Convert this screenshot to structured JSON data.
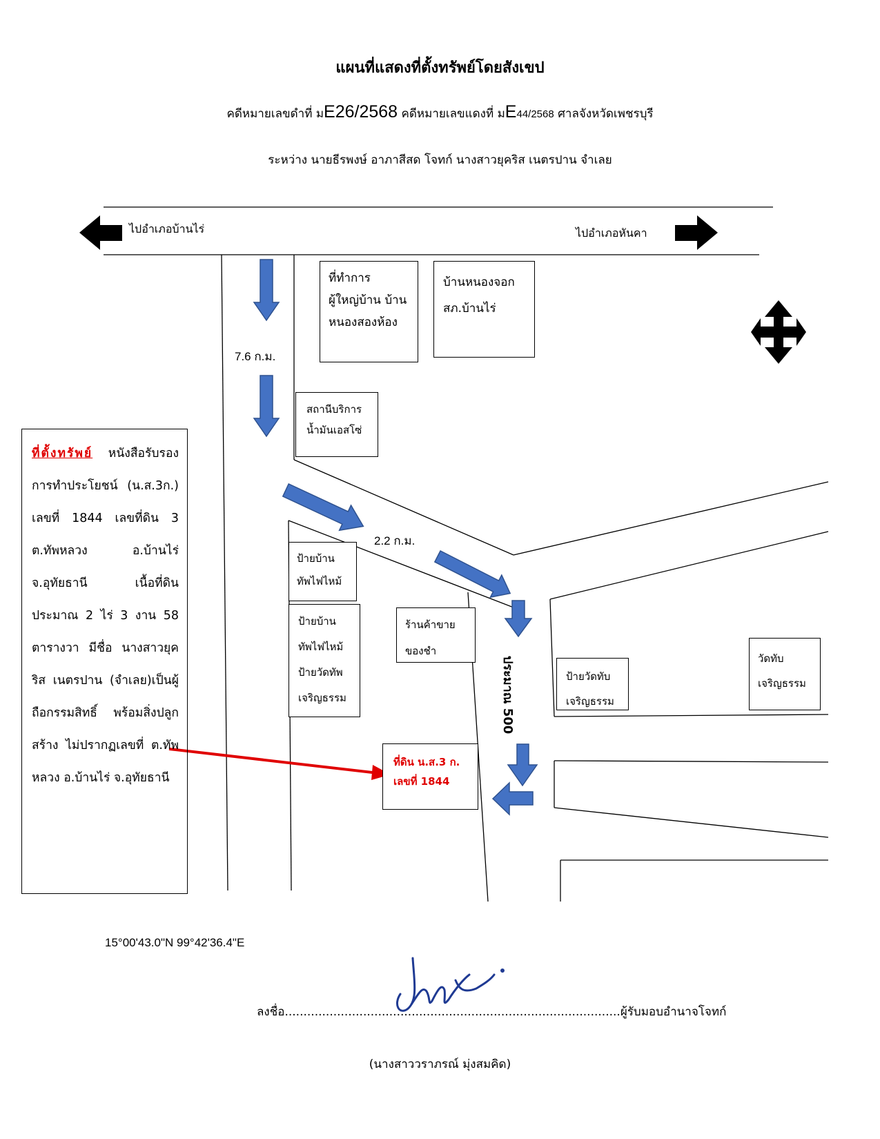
{
  "document": {
    "title": "แผนที่แสดงที่ตั้งทรัพย์โดยสังเขป",
    "case_line": {
      "black_prefix": "คดีหมายเลขดำที่ ม",
      "black_no": "E26/2568",
      "red_prefix": " คดีหมายเลขแดงที่ ม",
      "red_letter": "E",
      "red_no": "44/2568",
      "court": " ศาลจังหวัดเพชรบุรี"
    },
    "parties": "ระหว่าง นายธีรพงษ์ อาภาสีสด โจทก์ นางสาวยุคริส เนตรปาน จำเลย"
  },
  "map": {
    "direction_left": "ไปอำเภอบ้านไร่",
    "direction_right": "ไปอำเภอหันคา",
    "landmarks": {
      "village_head_office": [
        "ที่ทำการ",
        "ผู้ใหญ่บ้าน บ้าน",
        "หนองสองห้อง"
      ],
      "police_station": [
        "บ้านหนองจอก",
        "สภ.บ้านไร่"
      ],
      "gas_station": [
        "สถานีบริการ",
        "น้ำมันเอสโซ่"
      ],
      "village_sign_1": [
        "ป้ายบ้าน",
        "ทัพไฟไหม้"
      ],
      "village_sign_2": [
        "ป้ายบ้าน",
        "ทัพไฟไหม้",
        "ป้ายวัดทัพ",
        "เจริญธรรม"
      ],
      "snack_shop": [
        "ร้านค้าขาย",
        "ของชำ"
      ],
      "temple_sign": [
        "ป้ายวัดทับ",
        "เจริญธรรม"
      ],
      "temple": [
        "วัดทับ",
        "เจริญธรรม"
      ]
    },
    "distances": {
      "first": "7.6 ก.ม.",
      "second": "2.2 ก.ม.",
      "third": "ประมาณ 500"
    },
    "plot_label": [
      "ที่ดิน น.ส.3 ก.",
      "เลขที่ 1844"
    ],
    "compass_icon": "four-way-arrow-icon",
    "colors": {
      "arrow_blue": "#4472c4",
      "arrow_outline": "#2f528f",
      "pointer_red": "#e00000"
    }
  },
  "property_box": {
    "title": "ที่ตั้งทรัพย์",
    "body": " หนังสือรับรองการทำประโยชน์ (น.ส.3ก.) เลขที่ 1844 เลขที่ดิน 3 ต.ทัพหลวง อ.บ้านไร่ จ.อุทัยธานี เนื้อที่ดินประมาณ 2 ไร่ 3 งาน 58 ตารางวา มีชื่อ นางสาวยุคริส เนตรปาน (จำเลย)เป็นผู้ถือกรรมสิทธิ์ พร้อมสิ่งปลูกสร้าง ไม่ปรากฏเลขที่ ต.ทัพหลวง อ.บ้านไร่ จ.อุทัยธานี"
  },
  "footer": {
    "coordinates": "15°00'43.0\"N 99°42'36.4\"E",
    "sign_prefix": "ลงชื่อ",
    "sign_dots": "..........................................................................................",
    "sign_role": "ผู้รับมอบอำนาจโจทก์",
    "signer_name": "(นางสาววราภรณ์ มุ่งสมคิด)"
  }
}
